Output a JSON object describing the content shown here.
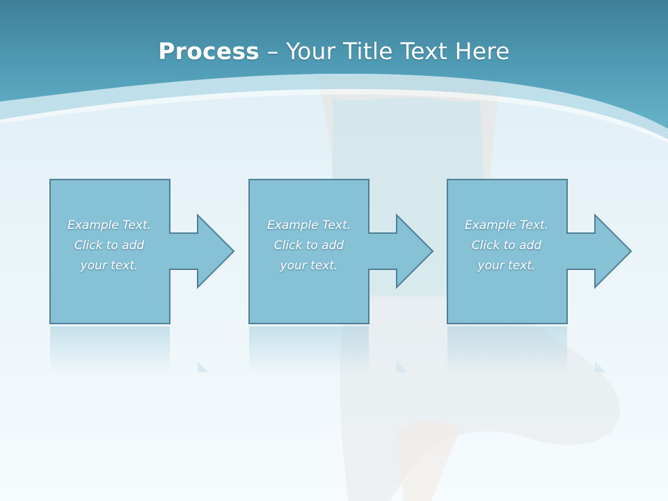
{
  "title": {
    "bold": "Process",
    "rest": " – Your Title Text Here"
  },
  "steps": [
    {
      "text": "Example Text.\nClick  to add\nyour text."
    },
    {
      "text": "Example Text.\nClick  to add\nyour text."
    },
    {
      "text": "Example Text.\nClick  to add\nyour text."
    }
  ],
  "colors": {
    "header": "#4e9ab3",
    "box_fill": "#86c1d6",
    "box_stroke": "#4f7f94",
    "background": "#eef7fb"
  }
}
